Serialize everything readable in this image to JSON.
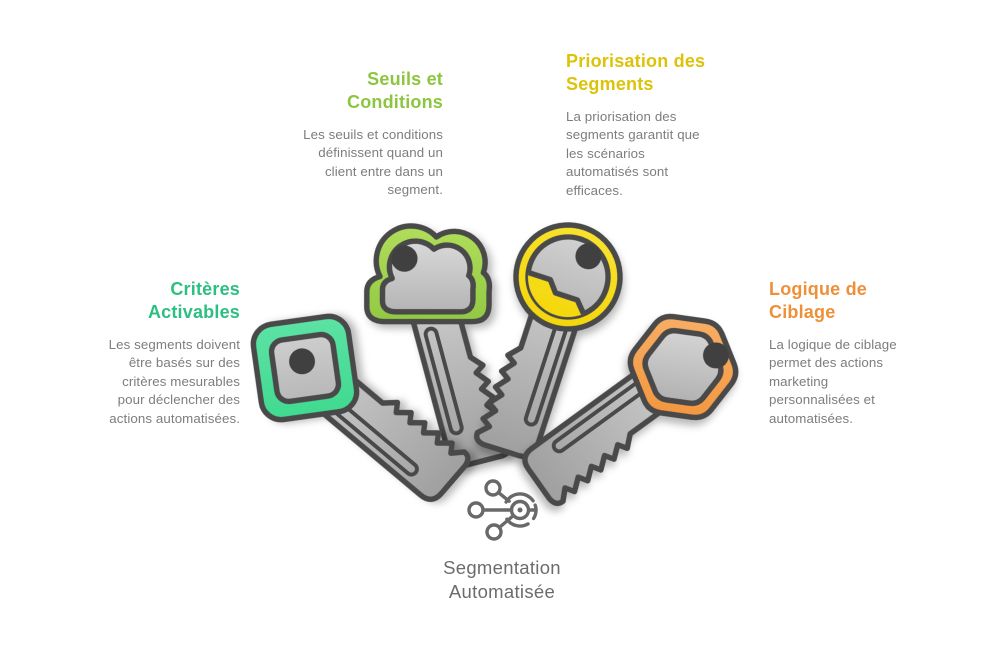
{
  "colors": {
    "background": "#FFFFFF",
    "outline": "#4A4A4A",
    "hole": "#3F3F3F",
    "metal_light": "#D8D8D8",
    "metal_dark": "#ADADAD",
    "shaft_light": "#CACACA",
    "shaft_dark": "#9E9E9E",
    "body_text": "#7D7D7D",
    "center_text": "#6C6C6C",
    "icon_gray": "#696969"
  },
  "blocks": [
    {
      "id": "criteres-activables",
      "title_lines": [
        "Critères",
        "Activables"
      ],
      "title_color": "#2DBF81",
      "body_lines": [
        "Les segments doivent",
        "être basés sur des",
        "critères mesurables",
        "pour déclencher des",
        "actions automatisées."
      ],
      "align": "right"
    },
    {
      "id": "seuils-conditions",
      "title_lines": [
        "Seuils et",
        "Conditions"
      ],
      "title_color": "#8CC63F",
      "body_lines": [
        "Les seuils et conditions",
        "définissent quand un",
        "client entre dans un",
        "segment."
      ],
      "align": "right"
    },
    {
      "id": "priorisation-segments",
      "title_lines": [
        "Priorisation des",
        "Segments"
      ],
      "title_color": "#DCC30A",
      "body_lines": [
        "La priorisation des",
        "segments garantit que",
        "les scénarios",
        "automatisés sont",
        "efficaces."
      ],
      "align": "left"
    },
    {
      "id": "logique-ciblage",
      "title_lines": [
        "Logique de",
        "Ciblage"
      ],
      "title_color": "#EE9038",
      "body_lines": [
        "La logique de ciblage",
        "permet des actions",
        "marketing",
        "personnalisées et",
        "automatisées."
      ],
      "align": "left"
    }
  ],
  "keys": [
    {
      "name": "key-criteres-activables",
      "shape": "rounded-square",
      "color_light": "#60E3A7",
      "color_dark": "#3CD98D"
    },
    {
      "name": "key-seuils-conditions",
      "shape": "cloud",
      "color_light": "#B0DD5A",
      "color_dark": "#8BC53E"
    },
    {
      "name": "key-priorisation-segments",
      "shape": "round",
      "color_light": "#F9E331",
      "color_dark": "#F3D506"
    },
    {
      "name": "key-logique-ciblage",
      "shape": "hexagon",
      "color_light": "#F8B068",
      "color_dark": "#F2953C"
    }
  ],
  "center": {
    "icon": "segmentation-network-icon",
    "title_lines": [
      "Segmentation",
      "Automatisée"
    ]
  }
}
